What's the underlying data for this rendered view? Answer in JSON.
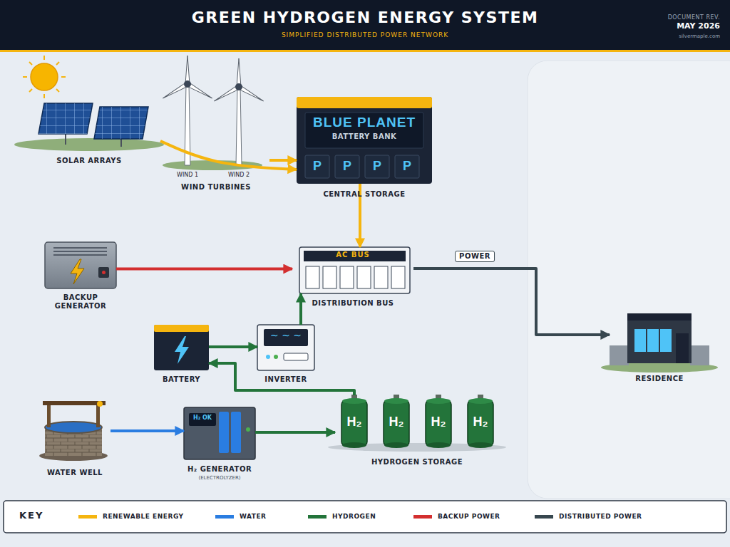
{
  "diagram": {
    "title": "GREEN HYDROGEN ENERGY SYSTEM",
    "nodes": [
      {
        "text": [
          "SOLAR ARRAYS"
        ]
      },
      {
        "text": [
          "WIND TURBINES"
        ]
      },
      {
        "text": [
          "BLUE PLANET",
          "BATTERY BANK",
          "CENTRAL STORAGE"
        ]
      },
      {
        "text": [
          "BACKUP GENERATOR"
        ]
      },
      {
        "text": [
          "AC BUS",
          "DISTRIBUTION BUS"
        ]
      },
      {
        "text": [
          "BATTERY"
        ]
      },
      {
        "text": [
          "~ ~ ~",
          "INVERTER"
        ]
      },
      {
        "text": [
          "WATER WELL"
        ]
      },
      {
        "text": [
          "H₂ OK",
          "H₂ GENERATOR",
          "(ELECTROLYZER)"
        ]
      },
      {
        "text": [
          "HYDROGEN STORAGE"
        ]
      },
      {
        "text": [
          "RESIDENCE"
        ]
      }
    ],
    "edges": [
      {
        "from": 0,
        "to": 2,
        "arrow": "to"
      },
      {
        "from": 1,
        "to": 2,
        "arrow": "to"
      },
      {
        "from": 2,
        "to": 4,
        "arrow": "to"
      },
      {
        "from": 3,
        "to": 4,
        "arrow": "to"
      },
      {
        "from": 5,
        "to": 6,
        "arrow": "to"
      },
      {
        "from": 6,
        "to": 4,
        "arrow": "to"
      },
      {
        "from": 7,
        "to": 8,
        "arrow": "to"
      },
      {
        "from": 8,
        "to": 9,
        "arrow": "to"
      },
      {
        "from": 9,
        "to": 5,
        "arrow": "to"
      },
      {
        "from": 4,
        "to": 10,
        "label": "POWER",
        "arrow": "to"
      }
    ],
    "labels": [
      "SIMPLIFIED DISTRIBUTED POWER NETWORK",
      "DOCUMENT REV.",
      "MAY 2026",
      "silvermaple.com",
      "WIND 1",
      "WIND 2",
      "P",
      "P",
      "P",
      "P",
      "H₂",
      "H₂",
      "H₂",
      "H₂",
      "KEY"
    ],
    "legend": [
      {
        "text": "RENEWABLE ENERGY",
        "color": "#f5b50f"
      },
      {
        "text": "WATER",
        "color": "#2a7de1"
      },
      {
        "text": "HYDROGEN",
        "color": "#23743a"
      },
      {
        "text": "BACKUP POWER",
        "color": "#d32f2f"
      },
      {
        "text": "DISTRIBUTED POWER",
        "color": "#37474f"
      }
    ]
  }
}
